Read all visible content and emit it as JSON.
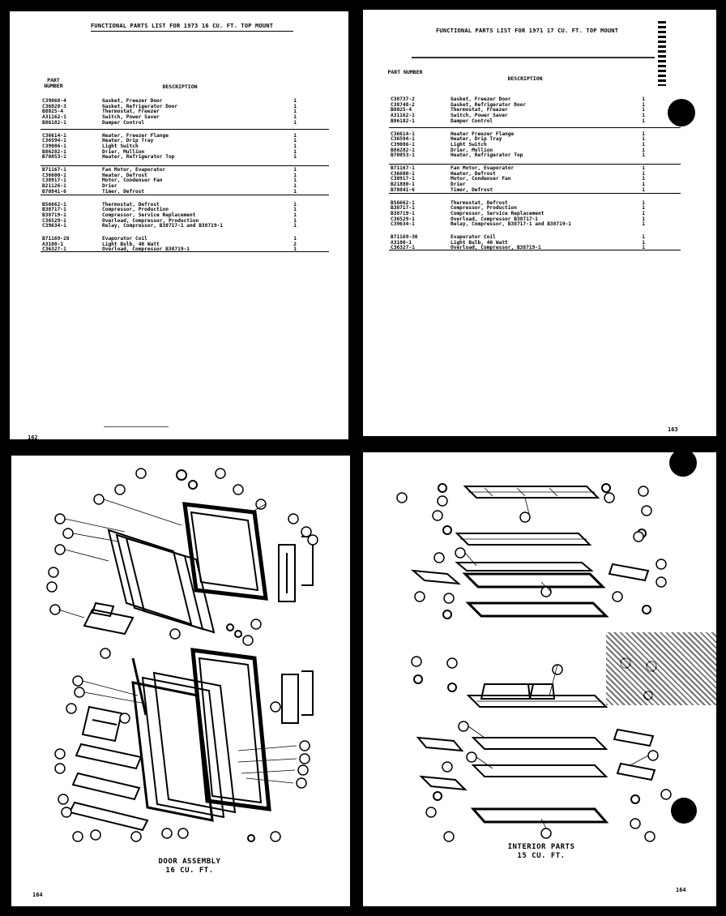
{
  "top_left": {
    "title": "FUNCTIONAL PARTS LIST FOR 1973 16 CU. FT. TOP MOUNT",
    "col_part": "PART NUMBER",
    "col_desc": "DESCRIPTION",
    "page_number": "162",
    "groups": [
      [
        {
          "part": "C39868-4",
          "desc": "Gasket, Freezer Door",
          "qty": "1"
        },
        {
          "part": "C36828-3",
          "desc": "Gasket, Refrigerator Door",
          "qty": "1"
        },
        {
          "part": "B8025-4",
          "desc": "Thermostat, Freezer",
          "qty": "1"
        },
        {
          "part": "A31162-1",
          "desc": "Switch, Power Saver",
          "qty": "1"
        },
        {
          "part": "B86182-1",
          "desc": "Damper Control",
          "qty": "1"
        }
      ],
      [
        {
          "part": "C36614-1",
          "desc": "Heater, Freezer Flange",
          "qty": "1"
        },
        {
          "part": "C36594-1",
          "desc": "Heater, Drip Tray",
          "qty": "1"
        },
        {
          "part": "C39086-1",
          "desc": "Light Switch",
          "qty": "1"
        },
        {
          "part": "B86282-1",
          "desc": "Drier, Mullion",
          "qty": "1"
        },
        {
          "part": "B70853-1",
          "desc": "Heater, Refrigerator Top",
          "qty": "1"
        }
      ],
      [
        {
          "part": "B71167-1",
          "desc": "Fan Motor, Evaporator",
          "qty": "1"
        },
        {
          "part": "C36600-1",
          "desc": "Heater, Defrost",
          "qty": "1"
        },
        {
          "part": "C38917-1",
          "desc": "Motor, Condenser Fan",
          "qty": "1"
        },
        {
          "part": "B21126-1",
          "desc": "Drier",
          "qty": "1"
        },
        {
          "part": "B70841-6",
          "desc": "Timer, Defrost",
          "qty": "1"
        }
      ],
      [
        {
          "part": "B56662-1",
          "desc": "Thermostat, Defrost",
          "qty": "1"
        },
        {
          "part": "B38717-1",
          "desc": "Compressor, Production",
          "qty": "1"
        },
        {
          "part": "B38719-1",
          "desc": "Compressor, Service Replacement",
          "qty": "1"
        },
        {
          "part": "C36529-1",
          "desc": "Overload, Compressor, Production",
          "qty": "1"
        },
        {
          "part": "C39634-1",
          "desc": "Relay, Compressor, B38717-1 and B38719-1",
          "qty": "1"
        }
      ],
      [
        {
          "part": "B71169-28",
          "desc": "Evaporator Coil",
          "qty": "1"
        },
        {
          "part": "A3100-1",
          "desc": "Light Bulb, 40 Watt",
          "qty": "2"
        },
        {
          "part": "C36327-1",
          "desc": "Overload, Compressor B38719-1",
          "qty": "1"
        }
      ]
    ]
  },
  "top_right": {
    "title": "FUNCTIONAL PARTS LIST FOR 1971 17 CU. FT. TOP MOUNT",
    "col_part": "PART NUMBER",
    "col_desc": "DESCRIPTION",
    "page_number": "163",
    "groups": [
      [
        {
          "part": "C38737-2",
          "desc": "Gasket, Freezer Door",
          "qty": "1"
        },
        {
          "part": "C38748-2",
          "desc": "Gasket, Refrigerator Door",
          "qty": "1"
        },
        {
          "part": "B8025-4",
          "desc": "Thermostat, Freezer",
          "qty": "1"
        },
        {
          "part": "A31162-1",
          "desc": "Switch, Power Saver",
          "qty": "1"
        },
        {
          "part": "B86182-1",
          "desc": "Damper Control",
          "qty": "1"
        }
      ],
      [
        {
          "part": "C36614-1",
          "desc": "Heater Freezer Flange",
          "qty": "1"
        },
        {
          "part": "C36594-1",
          "desc": "Heater, Drip Tray",
          "qty": "1"
        },
        {
          "part": "C39086-1",
          "desc": "Light Switch",
          "qty": "1"
        },
        {
          "part": "B86282-1",
          "desc": "Drier, Mullion",
          "qty": "1"
        },
        {
          "part": "B70853-1",
          "desc": "Heater, Refrigerator Top",
          "qty": "1"
        }
      ],
      [
        {
          "part": "B71167-1",
          "desc": "Fan Motor, Evaporator",
          "qty": "1"
        },
        {
          "part": "C36600-1",
          "desc": "Heater, Defrost",
          "qty": "1"
        },
        {
          "part": "C38917-1",
          "desc": "Motor, Condenser Fan",
          "qty": "1"
        },
        {
          "part": "B21880-1",
          "desc": "Drier",
          "qty": "1"
        },
        {
          "part": "B70841-6",
          "desc": "Timer, Defrost",
          "qty": "1"
        }
      ],
      [
        {
          "part": "B56662-1",
          "desc": "Thermostat, Defrost",
          "qty": "1"
        },
        {
          "part": "B38717-1",
          "desc": "Compressor, Production",
          "qty": "1"
        },
        {
          "part": "B38719-1",
          "desc": "Compressor, Service Replacement",
          "qty": "1"
        },
        {
          "part": "C36529-1",
          "desc": "Overload, Compressor B38717-1",
          "qty": "1"
        },
        {
          "part": "C39634-1",
          "desc": "Relay, Compressor, B38717-1 and B38719-1",
          "qty": "1"
        }
      ],
      [
        {
          "part": "B71169-30",
          "desc": "Evaporator Coil",
          "qty": "1"
        },
        {
          "part": "A3100-1",
          "desc": "Light Bulb, 40 Watt",
          "qty": "1"
        },
        {
          "part": "C36327-1",
          "desc": "Overload, Compressor, B38719-1",
          "qty": "1"
        }
      ]
    ]
  },
  "bottom_left": {
    "caption_line1": "DOOR ASSEMBLY",
    "caption_line2": "16 CU. FT.",
    "page_number": "164"
  },
  "bottom_right": {
    "caption_line1": "INTERIOR PARTS",
    "caption_line2": "15 CU. FT.",
    "page_number": "164"
  }
}
